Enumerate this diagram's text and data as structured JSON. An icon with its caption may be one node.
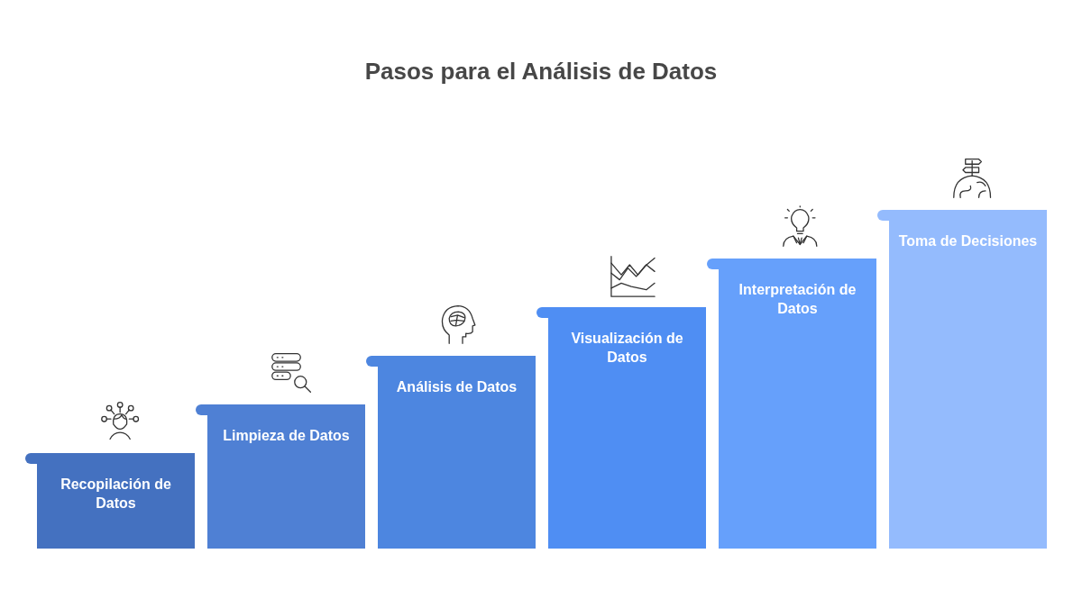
{
  "diagram": {
    "title": "Pasos para el Análisis de Datos",
    "nodes": [
      {
        "text": [
          "Recopilación de Datos"
        ]
      },
      {
        "text": [
          "Limpieza de Datos"
        ]
      },
      {
        "text": [
          "Análisis de Datos"
        ]
      },
      {
        "text": [
          "Visualización de Datos"
        ]
      },
      {
        "text": [
          "Interpretación de Datos"
        ]
      },
      {
        "text": [
          "Toma de Decisiones"
        ]
      }
    ]
  }
}
